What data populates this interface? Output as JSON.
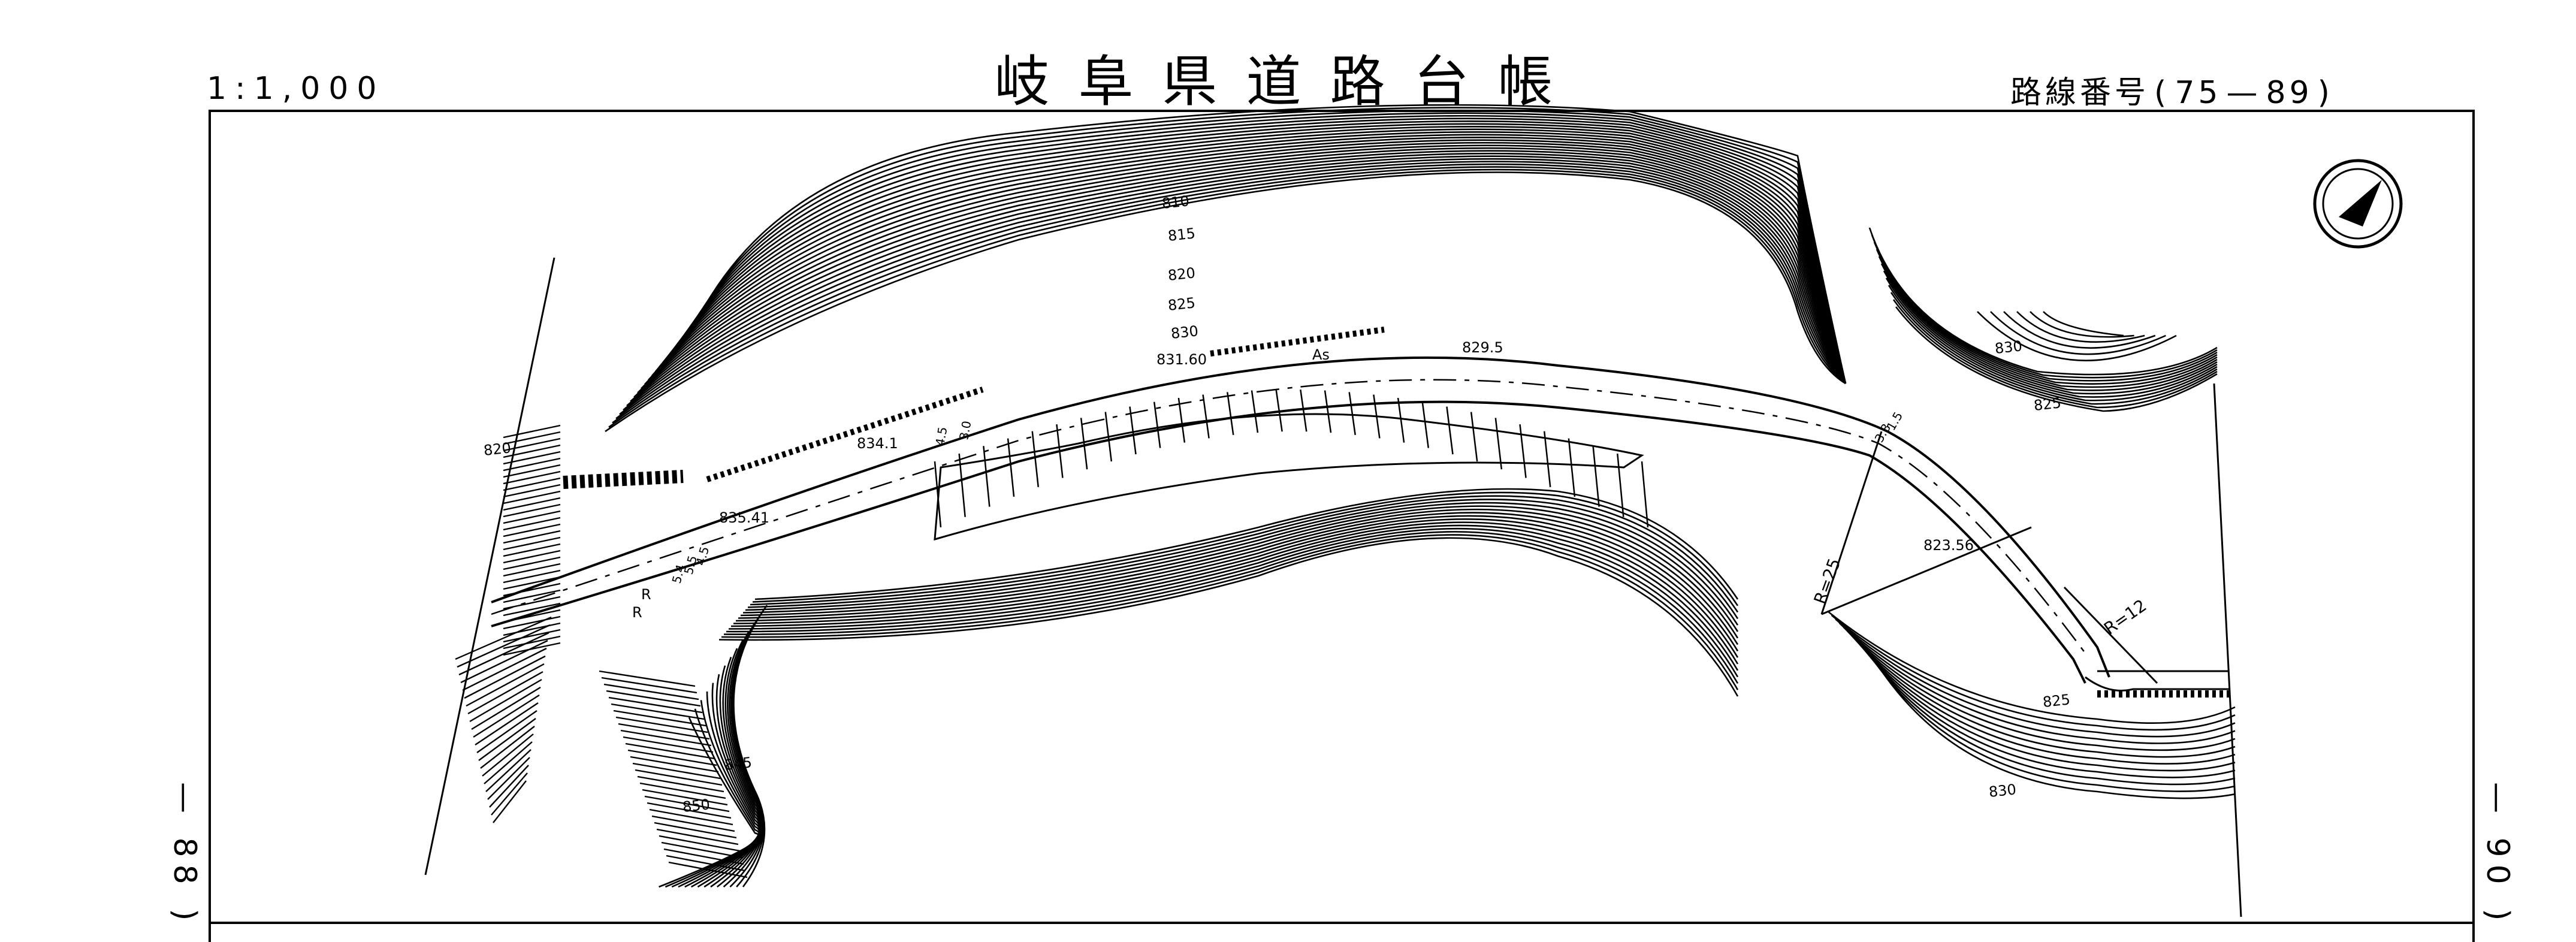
{
  "header": {
    "scale": "1:1,000",
    "title": "岐阜県道路台帳",
    "route_label": "路線番号",
    "route_number_open": "(",
    "route_number_a": "75",
    "route_number_dash": "—",
    "route_number_b": "89",
    "route_number_close": ")"
  },
  "sheet_links": {
    "left": "— 88 )",
    "right": "— 90 )"
  },
  "map": {
    "north_arrow": "north-arrow-icon",
    "contour_labels": [
      "810",
      "815",
      "820",
      "825",
      "830",
      "830",
      "825",
      "825",
      "830",
      "845",
      "850",
      "820"
    ],
    "elevation_points": [
      "831.60",
      "829.5",
      "834.1",
      "835.41",
      "823.56"
    ],
    "curve_labels": [
      "R=25",
      "R=12"
    ],
    "road_labels": [
      "As",
      "R",
      "R"
    ],
    "width_labels": [
      "4.5",
      "3.0",
      "5.4",
      "5.5",
      "4.5",
      "3.8",
      "1.5"
    ]
  }
}
